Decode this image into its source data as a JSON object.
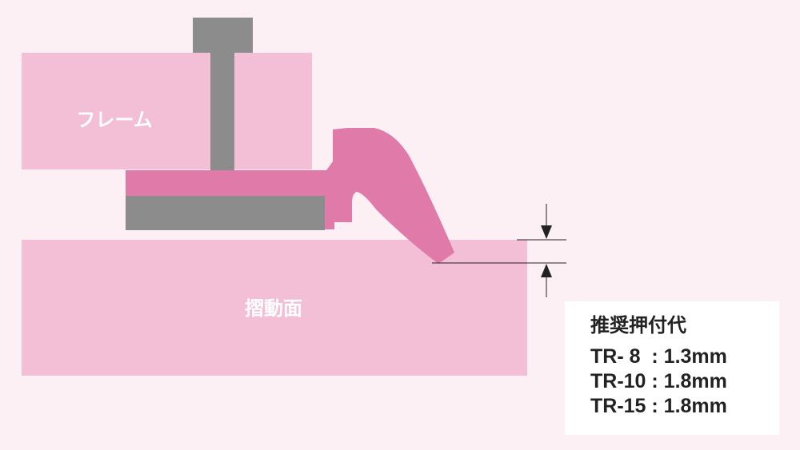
{
  "labels": {
    "frame": "フレーム",
    "sliding_surface": "摺動面"
  },
  "spec": {
    "title": "推奨押付代",
    "rows": [
      "TR- 8  : 1.3mm",
      "TR-10 : 1.8mm",
      "TR-15 : 1.8mm"
    ]
  },
  "colors": {
    "background": "#fcf0f4",
    "frame": "#f2bfd6",
    "seal": "#e07aa8",
    "metal": "#8c8c8c",
    "line": "#222222"
  }
}
